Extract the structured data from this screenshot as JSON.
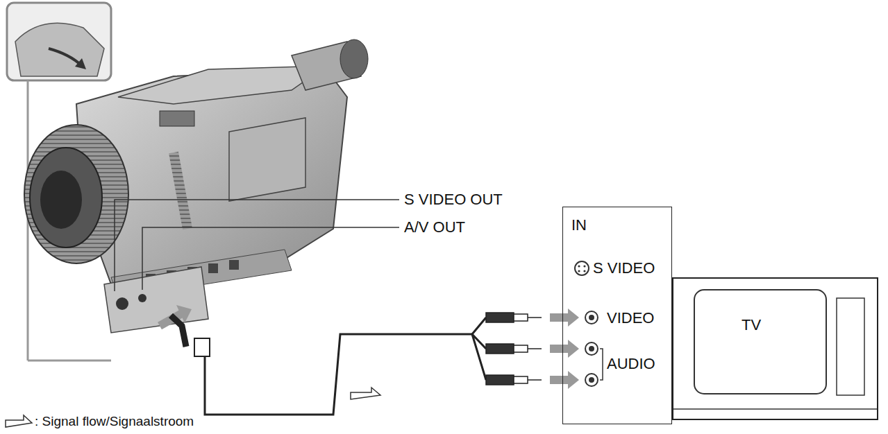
{
  "diagram": {
    "nodes": [
      {
        "text": [
          "IN",
          "S VIDEO",
          "VIDEO",
          "AUDIO"
        ]
      },
      {
        "text": [
          "TV"
        ]
      }
    ],
    "labels": [
      "S VIDEO OUT",
      "A/V OUT"
    ],
    "legend": [
      {
        "text": ": Signal flow/Signaalstroom"
      }
    ]
  }
}
